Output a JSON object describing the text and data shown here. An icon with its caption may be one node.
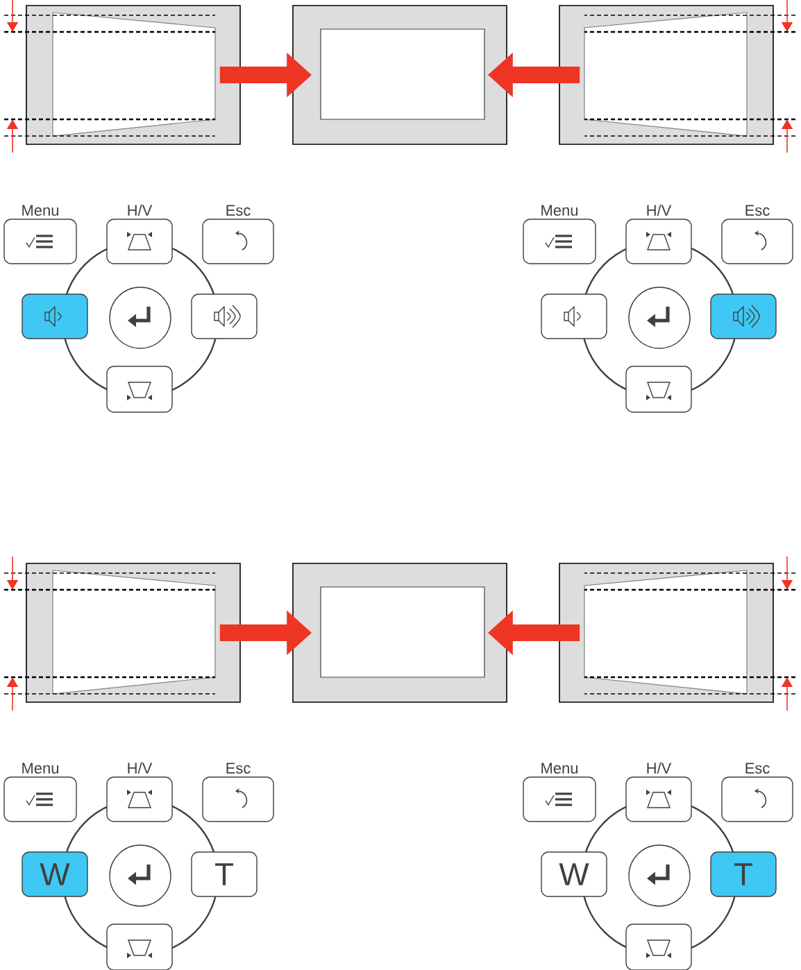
{
  "diagram": {
    "nodes": [
      {
        "text": [],
        "shape": "box"
      },
      {
        "text": [],
        "shape": "box"
      },
      {
        "text": [],
        "shape": "box"
      },
      {
        "text": [],
        "shape": "box"
      },
      {
        "text": [],
        "shape": "box"
      },
      {
        "text": [],
        "shape": "box"
      },
      {
        "text": [
          "Menu"
        ]
      },
      {
        "text": [
          "H/V"
        ]
      },
      {
        "text": [
          "Esc"
        ]
      },
      {
        "text": [],
        "shape": "box"
      },
      {
        "text": [],
        "shape": "circle"
      },
      {
        "text": [],
        "shape": "box"
      },
      {
        "text": [],
        "shape": "box"
      },
      {
        "text": [
          "Menu"
        ]
      },
      {
        "text": [
          "H/V"
        ]
      },
      {
        "text": [
          "Esc"
        ]
      },
      {
        "text": [],
        "shape": "box"
      },
      {
        "text": [],
        "shape": "circle"
      },
      {
        "text": [],
        "shape": "box"
      },
      {
        "text": [],
        "shape": "box"
      },
      {
        "text": [
          "Menu"
        ]
      },
      {
        "text": [
          "H/V"
        ]
      },
      {
        "text": [
          "Esc"
        ]
      },
      {
        "text": [
          "W"
        ]
      },
      {
        "text": [],
        "shape": "circle"
      },
      {
        "text": [
          "T"
        ]
      },
      {
        "text": [],
        "shape": "box"
      },
      {
        "text": [
          "Menu"
        ]
      },
      {
        "text": [
          "H/V"
        ]
      },
      {
        "text": [
          "Esc"
        ]
      },
      {
        "text": [
          "W"
        ]
      },
      {
        "text": [],
        "shape": "circle"
      },
      {
        "text": [
          "T"
        ]
      },
      {
        "text": [],
        "shape": "box"
      }
    ],
    "edges": [
      {
        "from": 0,
        "to": 1,
        "arrow": "to"
      },
      {
        "from": 2,
        "to": 1,
        "arrow": "to"
      },
      {
        "from": 3,
        "to": 4,
        "arrow": "to"
      },
      {
        "from": 5,
        "to": 4,
        "arrow": "to"
      }
    ]
  }
}
